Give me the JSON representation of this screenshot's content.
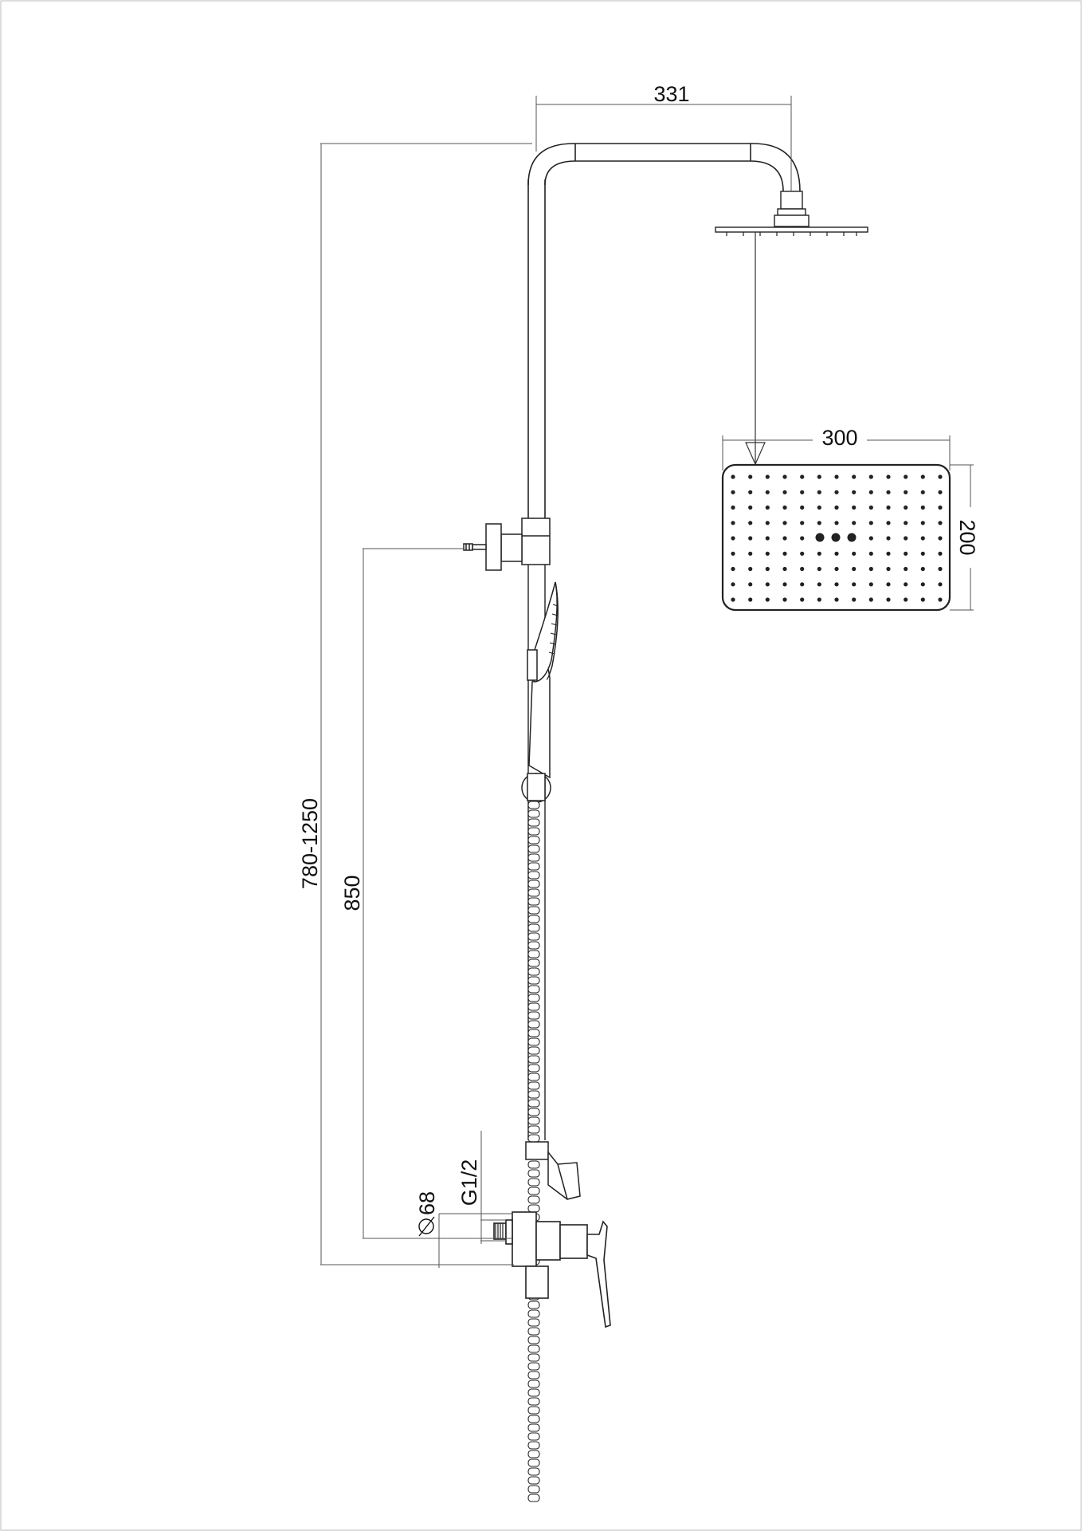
{
  "dimensions": {
    "arm_reach": "331",
    "head_width": "300",
    "head_depth": "200",
    "total_height": "780-1250",
    "mixer_to_bracket": "850",
    "thread": "G1/2",
    "flange_diameter": "68"
  },
  "symbols": {
    "diameter": "diameter-icon"
  },
  "colors": {
    "line": "#222222",
    "dim_line": "#555555",
    "background": "#ffffff"
  }
}
